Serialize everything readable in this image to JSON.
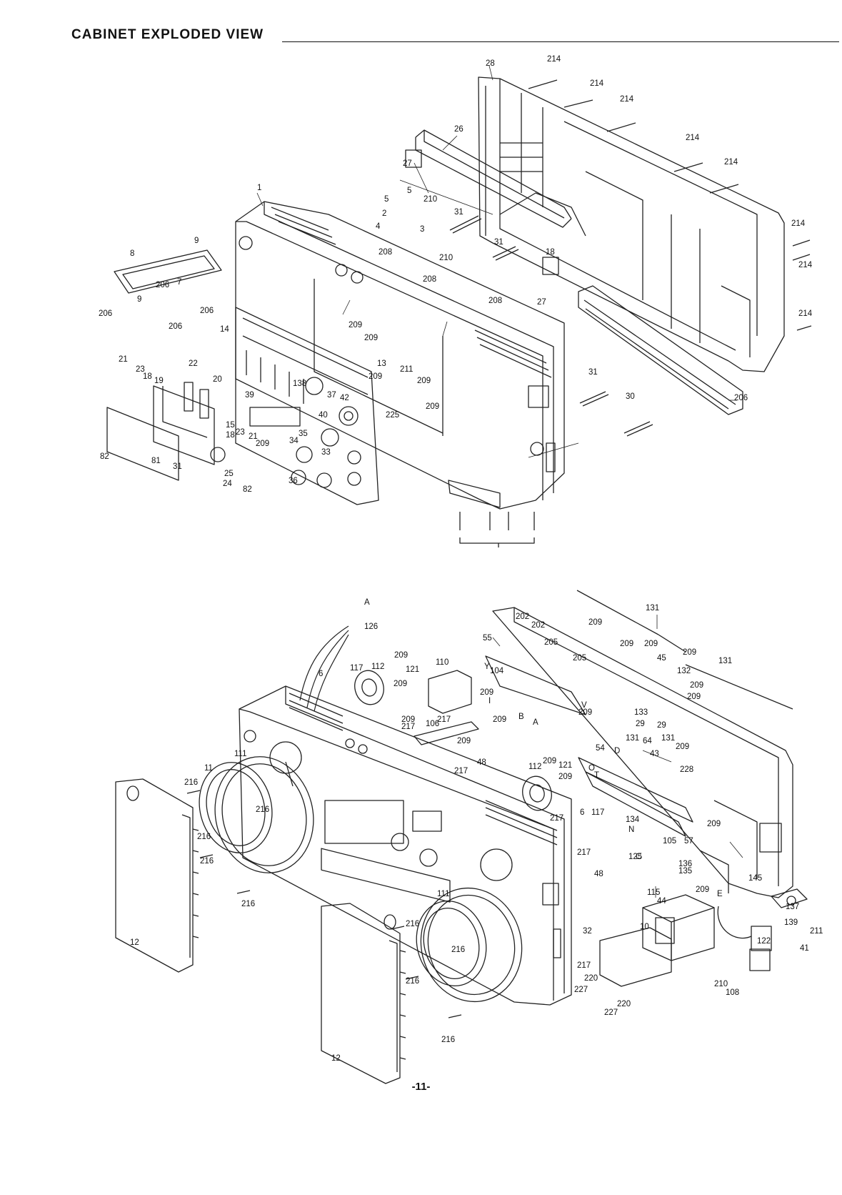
{
  "title": "CABINET EXPLODED VIEW",
  "page_number": "-11-",
  "callouts_top": [
    "28",
    "214",
    "214",
    "214",
    "214",
    "214",
    "214",
    "214",
    "214",
    "26",
    "27",
    "5",
    "5",
    "210",
    "2",
    "4",
    "3",
    "31",
    "31",
    "208",
    "210",
    "208",
    "18",
    "27",
    "208",
    "1",
    "8",
    "9",
    "7",
    "206",
    "206",
    "206",
    "206",
    "9",
    "14",
    "209",
    "209",
    "209",
    "21",
    "23",
    "18",
    "19",
    "22",
    "20",
    "13",
    "211",
    "209",
    "225",
    "209",
    "138",
    "42",
    "37",
    "40",
    "39",
    "35",
    "34",
    "33",
    "36",
    "209",
    "21",
    "23",
    "18",
    "15",
    "25",
    "24",
    "82",
    "82",
    "81",
    "31",
    "31",
    "30",
    "206"
  ],
  "callouts_bottom": [
    "131",
    "131",
    "A",
    "126",
    "202",
    "202",
    "209",
    "55",
    "205",
    "205",
    "209",
    "209",
    "209",
    "45",
    "132",
    "209",
    "209",
    "6",
    "117",
    "112",
    "209",
    "121",
    "209",
    "110",
    "Y",
    "104",
    "209",
    "I",
    "209",
    "217",
    "217",
    "209",
    "B",
    "A",
    "V",
    "209",
    "133",
    "29",
    "131",
    "29",
    "131",
    "106",
    "209",
    "48",
    "217",
    "54",
    "64",
    "43",
    "209",
    "228",
    "D",
    "O",
    "T",
    "111",
    "11",
    "216",
    "216",
    "216",
    "216",
    "112",
    "209",
    "121",
    "209",
    "134",
    "N",
    "105",
    "57",
    "209",
    "217",
    "6",
    "117",
    "125",
    "C",
    "217",
    "48",
    "136",
    "135",
    "209",
    "E",
    "145",
    "12",
    "216",
    "216",
    "111",
    "216",
    "216",
    "115",
    "44",
    "10",
    "32",
    "217",
    "220",
    "227",
    "220",
    "227",
    "137",
    "139",
    "122",
    "211",
    "41",
    "210",
    "108",
    "12",
    "216"
  ]
}
